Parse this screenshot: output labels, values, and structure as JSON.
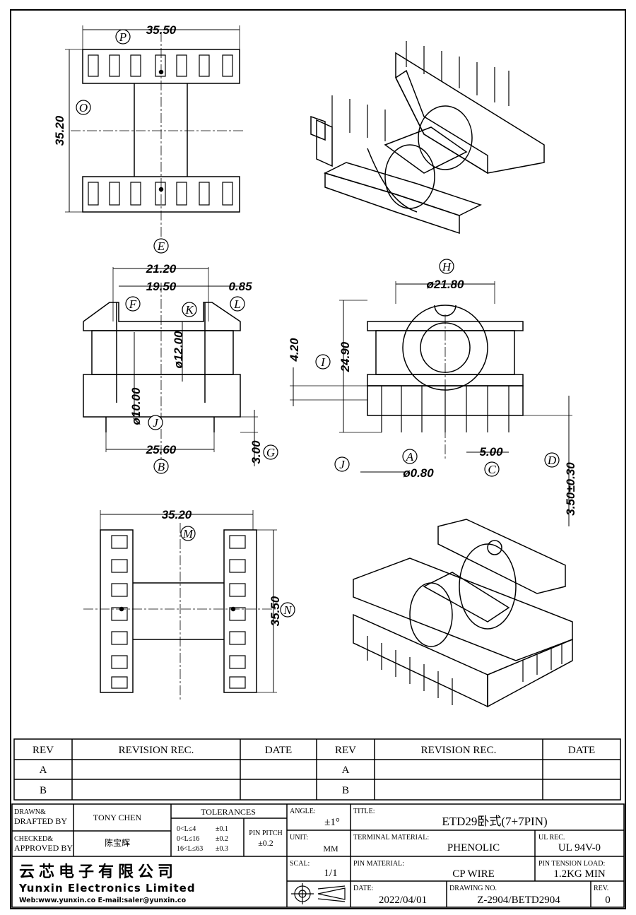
{
  "dimensions": {
    "top_width": "35.50",
    "top_height": "35.20",
    "side_outer": "21.20",
    "side_inner": "19.50",
    "side_wall": "0.85",
    "side_bobbin_dia": "ø12.00",
    "side_core_dia": "ø10.00",
    "side_pin_span": "25.60",
    "side_pin_len": "3.00",
    "front_flange": "ø21.80",
    "front_height": "24.90",
    "front_step": "4.20",
    "front_pin_dia": "ø0.80",
    "front_pitch": "5.00",
    "front_pin_len": "3.50±0.30",
    "bottom_width": "35.20",
    "bottom_height": "35.50"
  },
  "labels": {
    "P": "P",
    "O": "O",
    "E": "E",
    "F": "F",
    "K": "K",
    "L": "L",
    "J": "J",
    "B": "B",
    "G": "G",
    "H": "H",
    "I": "I",
    "A": "A",
    "C": "C",
    "D": "D",
    "M": "M",
    "N": "N"
  },
  "revision_table": {
    "headers": [
      "REV",
      "REVISION REC.",
      "DATE",
      "REV",
      "REVISION REC.",
      "DATE"
    ],
    "rows": [
      [
        "A",
        "",
        "",
        "A",
        "",
        ""
      ],
      [
        "B",
        "",
        "",
        "B",
        "",
        ""
      ]
    ]
  },
  "title_block": {
    "drawn_label_1": "DRAWN&",
    "drawn_label_2": "DRAFTED BY",
    "drawn_by": "TONY CHEN",
    "checked_label_1": "CHECKED&",
    "checked_label_2": "APPROVED BY",
    "approved_by": "陈宝辉",
    "tolerances_label": "TOLERANCES",
    "tol_rows": [
      {
        "range": "0<L≤4",
        "value": "±0.1"
      },
      {
        "range": "0<L≤16",
        "value": "±0.2"
      },
      {
        "range": "16<L≤63",
        "value": "±0.3"
      }
    ],
    "pin_pitch_label": "PIN PITCH",
    "pin_pitch_value": "±0.2",
    "angle_label": "ANGLE:",
    "angle_value": "±1°",
    "unit_label": "UNIT:",
    "unit_value": "MM",
    "scale_label": "SCAL:",
    "scale_value": "1/1",
    "title_label": "TITLE:",
    "title_value": "ETD29卧式(7+7PIN)",
    "terminal_label": "TERMINAL MATERIAL:",
    "terminal_value": "PHENOLIC",
    "ul_label": "UL REC.",
    "ul_value": "UL 94V-0",
    "pin_material_label": "PIN MATERIAL:",
    "pin_material_value": "CP WIRE",
    "tension_label": "PIN TENSION LOAD:",
    "tension_value": "1.2KG MIN",
    "date_label": "DATE:",
    "date_value": "2022/04/01",
    "drawing_no_label": "DRAWING NO.",
    "drawing_no_value": "Z-2904/BETD2904",
    "rev_label": "REV.",
    "rev_value": "0",
    "company_cn": "云芯电子有限公司",
    "company_en": "Yunxin Electronics Limited",
    "company_web": "Web:www.yunxin.co E-mail:saler@yunxin.co"
  }
}
